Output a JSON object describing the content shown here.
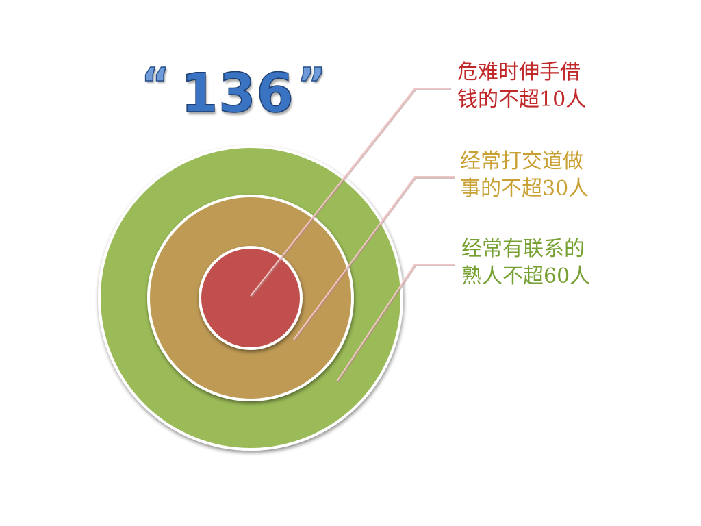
{
  "title": {
    "open_quote": "“",
    "number": "136",
    "close_quote": "”"
  },
  "rings": [
    {
      "name": "outer",
      "color": "#9bbb59",
      "label_lines": [
        "经常有联系的",
        "熟人不超60人"
      ],
      "label_color": "#77a033"
    },
    {
      "name": "middle",
      "color": "#be9a54",
      "label_lines": [
        "经常打交道做",
        "事的不超30人"
      ],
      "label_color": "#c8a033"
    },
    {
      "name": "inner",
      "color": "#c0504d",
      "label_lines": [
        "危难时伸手借",
        "钱的不超10人"
      ],
      "label_color": "#c0282a"
    }
  ],
  "colors": {
    "ring_stroke": "#ffffff",
    "leader_line": "#f2c6c6",
    "leader_shadow": "#b58b8b"
  }
}
